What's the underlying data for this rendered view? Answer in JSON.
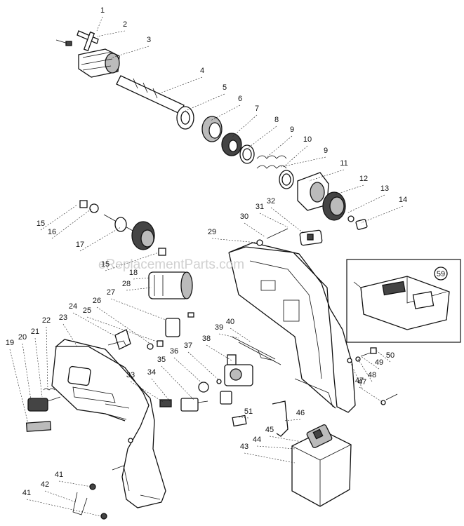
{
  "watermark": "eReplacementParts.com",
  "charger_label": "59",
  "callouts": [
    "1",
    "2",
    "3",
    "4",
    "5",
    "6",
    "7",
    "8",
    "9",
    "10",
    "9",
    "11",
    "12",
    "13",
    "14",
    "15",
    "16",
    "17",
    "15",
    "18",
    "28",
    "27",
    "26",
    "25",
    "24",
    "23",
    "22",
    "21",
    "20",
    "19",
    "29",
    "30",
    "31",
    "32",
    "39",
    "40",
    "38",
    "37",
    "36",
    "35",
    "34",
    "33",
    "51",
    "46",
    "47",
    "48",
    "47",
    "49",
    "50",
    "45",
    "44",
    "43",
    "41",
    "42",
    "41"
  ]
}
